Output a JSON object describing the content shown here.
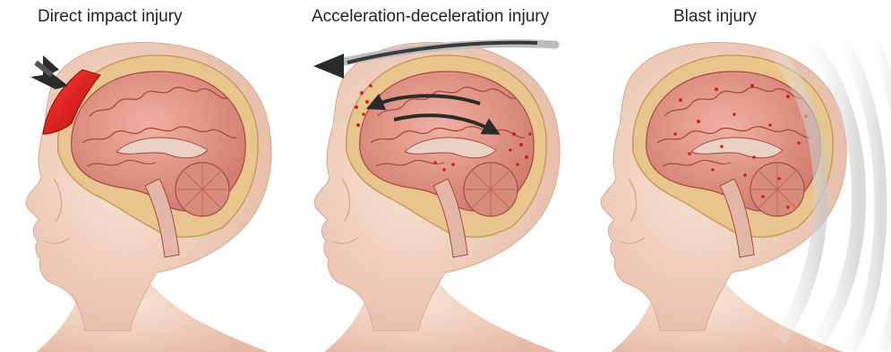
{
  "panels": [
    {
      "title": "Direct impact injury"
    },
    {
      "title": "Acceleration-deceleration injury"
    },
    {
      "title": "Blast injury"
    }
  ],
  "colors": {
    "skin": "#f3d6c6",
    "skin_shadow": "#e2b6a0",
    "skull": "#e9c58e",
    "brain": "#e0968a",
    "brain_dark": "#b5564f",
    "impact": "#e0261f",
    "arrow": "#2b2b2b",
    "blast_wave": "#d6d6d6"
  },
  "icons": [
    "impact-arrow-icon",
    "motion-arrow-icon",
    "bidirectional-arrow-icon",
    "blast-wave-icon"
  ]
}
